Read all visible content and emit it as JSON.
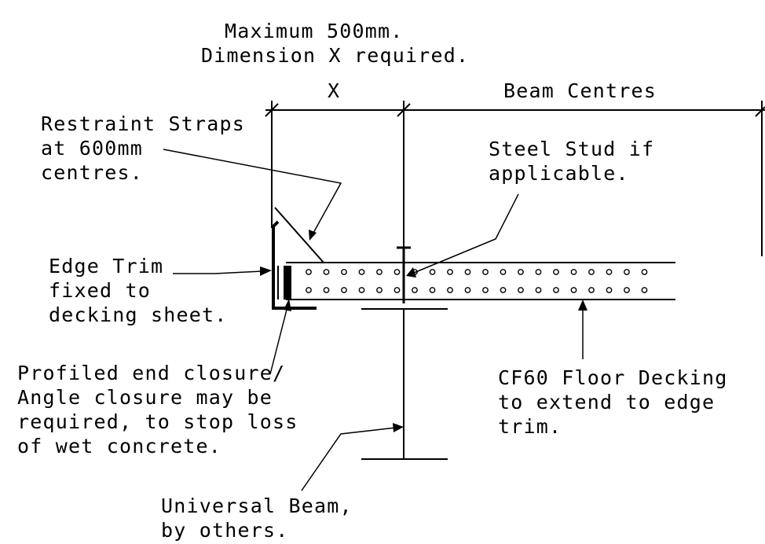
{
  "dimensions": {
    "top_note": [
      "Maximum 500mm.",
      "Dimension X required."
    ],
    "x_label": "X",
    "beam_centres_label": "Beam Centres"
  },
  "labels": {
    "restraint_straps": [
      "Restraint Straps",
      "at 600mm",
      "centres."
    ],
    "steel_stud": [
      "Steel Stud if",
      "applicable."
    ],
    "edge_trim": [
      "Edge Trim",
      "fixed to",
      "decking sheet."
    ],
    "end_closure": [
      "Profiled end closure/",
      "Angle closure may be",
      "required, to stop loss",
      "of wet concrete."
    ],
    "floor_decking": [
      "CF60 Floor Decking",
      "to extend to edge",
      "trim."
    ],
    "universal_beam": [
      "Universal Beam,",
      "by others."
    ]
  },
  "colors": {
    "line": "#000000",
    "background": "#ffffff"
  }
}
